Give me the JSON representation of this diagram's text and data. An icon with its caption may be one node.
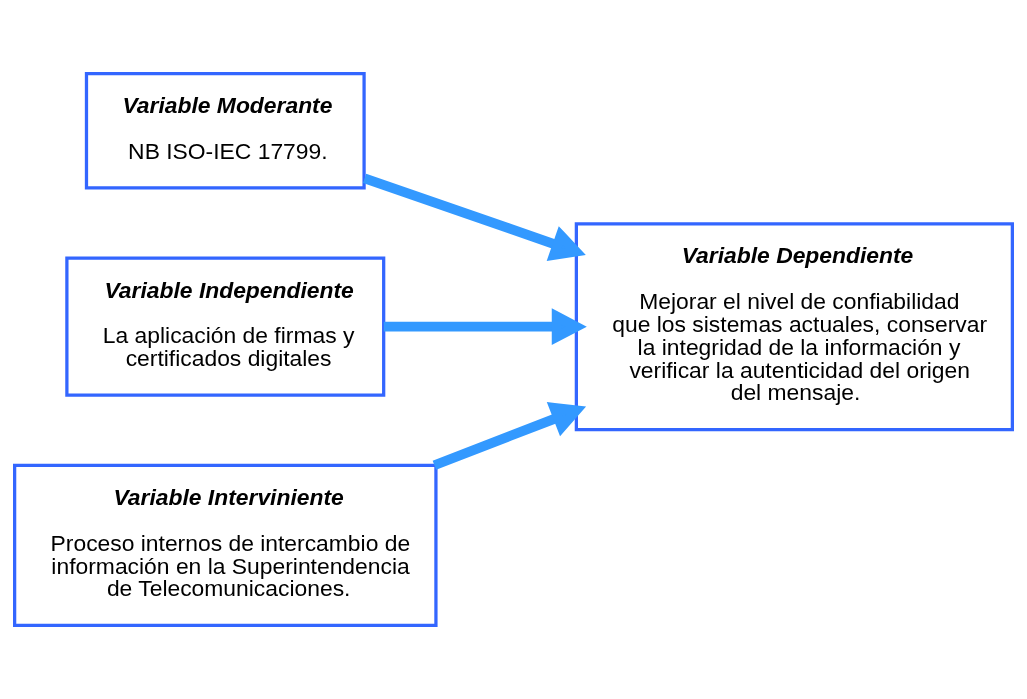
{
  "diagram": {
    "nodes": [
      {
        "text": [
          "Variable Moderante",
          "NB ISO-IEC 17799."
        ]
      },
      {
        "text": [
          "Variable Independiente",
          "La aplicación de firmas y certificados digitales"
        ]
      },
      {
        "text": [
          "Variable Dependiente",
          "Mejorar el nivel de confiabilidad que los sistemas actuales, conservar la integridad de la información y verificar la autenticidad del origen del mensaje."
        ]
      },
      {
        "text": [
          "Variable Interviniente",
          "Proceso internos de intercambio de información en la Superintendencia de Telecomunicaciones."
        ]
      }
    ],
    "edges": [
      {
        "from": 1,
        "to": 2,
        "arrow": "to"
      },
      {
        "from": 0,
        "to": 2,
        "arrow": "to"
      },
      {
        "from": 3,
        "to": 2,
        "arrow": "to"
      }
    ]
  }
}
